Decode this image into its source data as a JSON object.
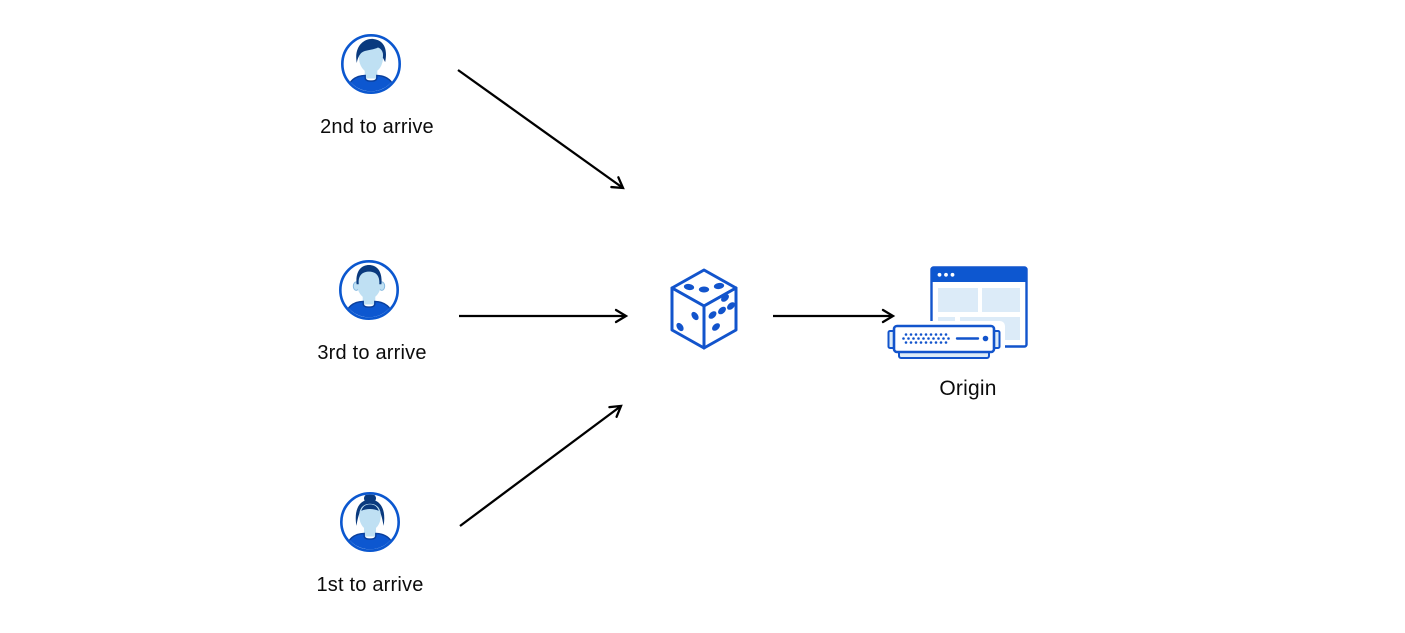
{
  "diagram": {
    "nodes": {
      "visitor_second": {
        "label": "2nd to arrive",
        "icon": "avatar-man-swept-hair-icon"
      },
      "visitor_third": {
        "label": "3rd to arrive",
        "icon": "avatar-man-flat-hair-icon"
      },
      "visitor_first": {
        "label": "1st to arrive",
        "icon": "avatar-woman-bun-icon"
      },
      "randomizer": {
        "label": "",
        "icon": "dice-icon"
      },
      "origin": {
        "label": "Origin",
        "icon": "origin-server-icon"
      }
    },
    "edges": [
      {
        "from": "visitor_second",
        "to": "randomizer"
      },
      {
        "from": "visitor_third",
        "to": "randomizer"
      },
      {
        "from": "visitor_first",
        "to": "randomizer"
      },
      {
        "from": "randomizer",
        "to": "origin"
      }
    ],
    "palette": {
      "primary_blue_fill": "#0d57d0",
      "stroke_blue": "#1254cc",
      "dark_navy_hair": "#0a3a7e",
      "shirt_outline": "#0a3f9c",
      "face_light_blue": "#bfe0f3",
      "panel_light_blue": "#dcebf8",
      "arrow_black": "#000000",
      "text_black": "#0b0b0b",
      "background": "#ffffff"
    }
  }
}
